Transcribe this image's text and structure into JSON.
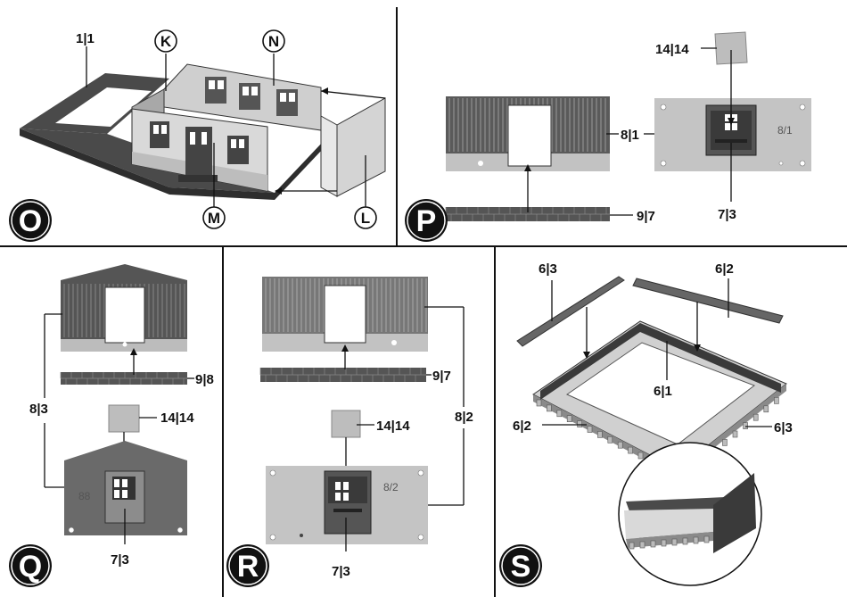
{
  "steps": {
    "O": {
      "letter": "O",
      "labels": {
        "base": "1|1",
        "k": "K",
        "n": "N",
        "m": "M",
        "l": "L"
      }
    },
    "P": {
      "letter": "P",
      "labels": {
        "top_pane": "14|14",
        "wall_part": "8|1",
        "wall_stamp": "8/1",
        "brick": "9|7",
        "door": "7|3"
      }
    },
    "Q": {
      "letter": "Q",
      "labels": {
        "brick": "9|8",
        "pane": "14|14",
        "wall": "8|3",
        "door": "7|3",
        "stamp": "88"
      }
    },
    "R": {
      "letter": "R",
      "labels": {
        "brick": "9|7",
        "pane": "14|14",
        "wall": "8|2",
        "wall_stamp": "8/2",
        "door": "7|3"
      }
    },
    "S": {
      "letter": "S",
      "labels": {
        "rail_left": "6|3",
        "rail_right": "6|2",
        "frame": "6|1",
        "side_left": "6|2",
        "side_right": "6|3"
      }
    }
  },
  "colors": {
    "ink": "#111111",
    "dark_part": "#4a4a4a",
    "mid_part": "#8a8a8a",
    "light_part": "#c8c8c8",
    "wall_light": "#d9d9d9"
  }
}
